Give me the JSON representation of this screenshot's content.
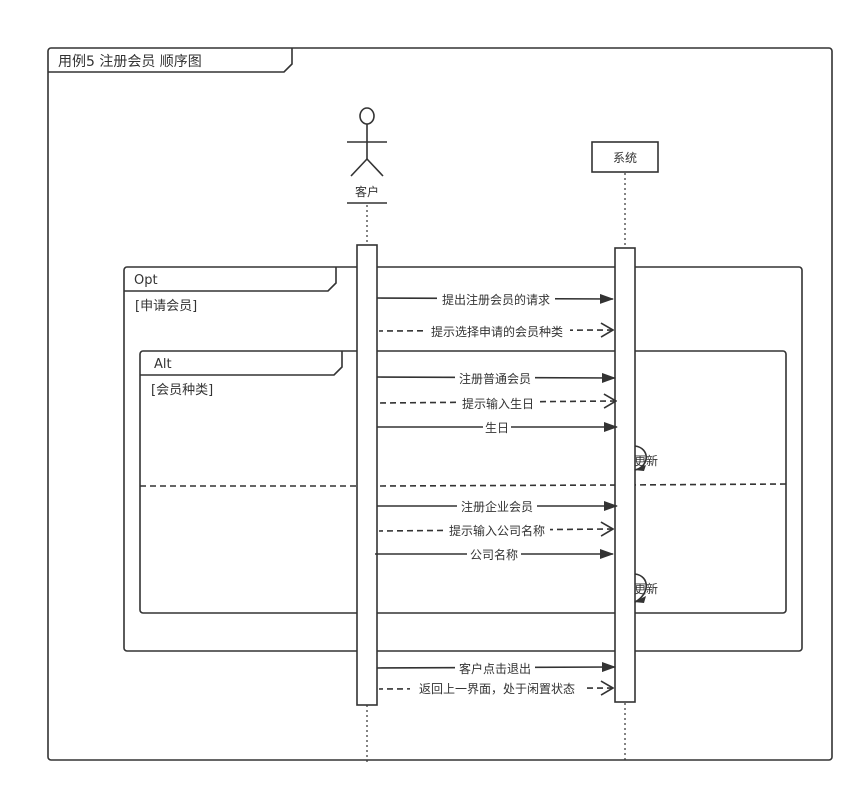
{
  "diagram": {
    "title": "用例5 注册会员 顺序图",
    "participants": {
      "actor": "客户",
      "system": "系统"
    },
    "opt": {
      "operator": "Opt",
      "guard": "[申请会员]"
    },
    "alt": {
      "operator": "Alt",
      "guard": "[会员种类]"
    },
    "messages": [
      "提出注册会员的请求",
      "提示选择申请的会员种类",
      "注册普通会员",
      "提示输入生日",
      "生日",
      "更新",
      "注册企业会员",
      "提示输入公司名称",
      "公司名称",
      "更新",
      "客户点击退出",
      "返回上一界面，处于闲置状态"
    ]
  }
}
